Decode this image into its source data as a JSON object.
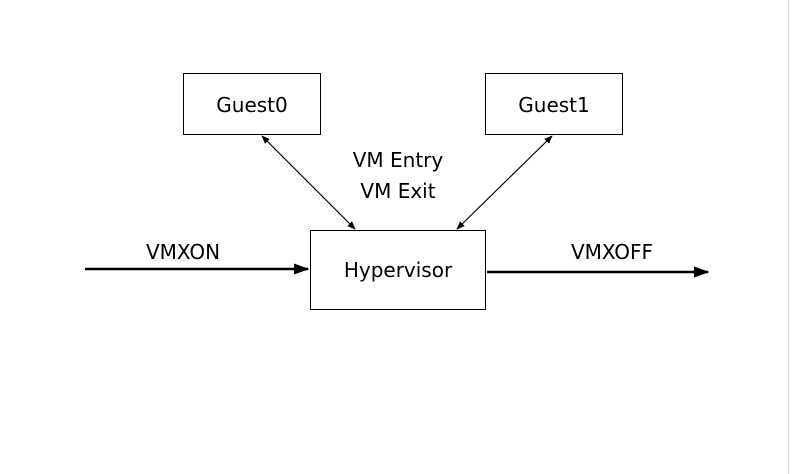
{
  "nodes": {
    "guest0": "Guest0",
    "guest1": "Guest1",
    "hypervisor": "Hypervisor"
  },
  "labels": {
    "vm_entry": "VM Entry",
    "vm_exit": "VM Exit",
    "vmxon": "VMXON",
    "vmxoff": "VMXOFF"
  },
  "colors": {
    "stroke": "#000000",
    "background": "#ffffff"
  }
}
